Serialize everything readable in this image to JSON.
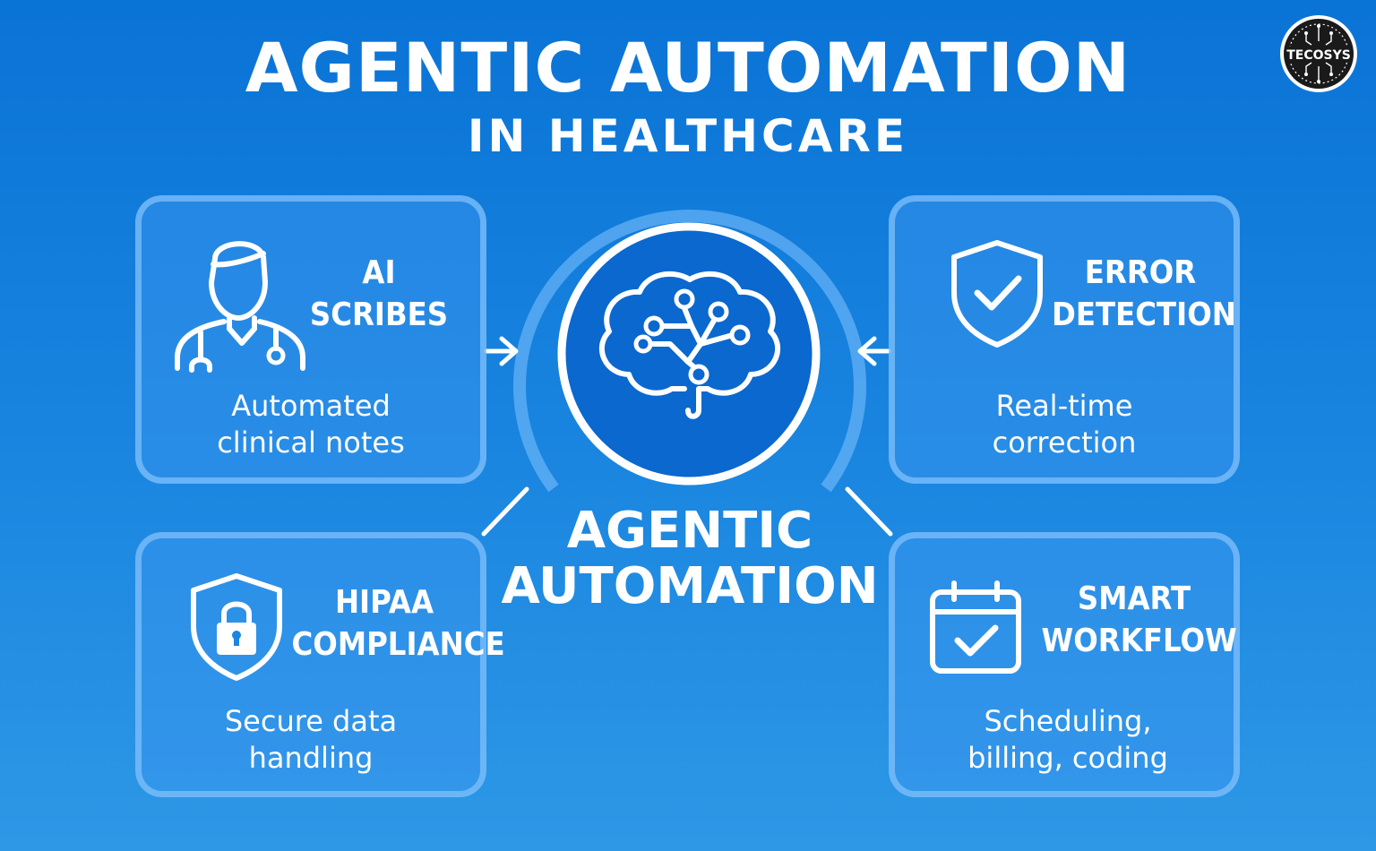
{
  "header": {
    "title": "AGENTIC AUTOMATION",
    "subtitle": "IN HEALTHCARE"
  },
  "logo": {
    "text": "TECOSYS"
  },
  "hub": {
    "icon": "brain-circuit-icon",
    "label_line1": "AGENTIC",
    "label_line2": "AUTOMATION"
  },
  "cards": {
    "ai_scribes": {
      "icon": "doctor-icon",
      "title_line1": "AI",
      "title_line2": "SCRIBES",
      "desc_line1": "Automated",
      "desc_line2": "clinical notes"
    },
    "error_detection": {
      "icon": "shield-check-icon",
      "title_line1": "ERROR",
      "title_line2": "DETECTION",
      "desc_line1": "Real-time",
      "desc_line2": "correction"
    },
    "hipaa": {
      "icon": "shield-lock-icon",
      "title_line1": "HIPAA",
      "title_line2": "COMPLIANCE",
      "desc_line1": "Secure data",
      "desc_line2": "handling"
    },
    "smart_workflow": {
      "icon": "calendar-check-icon",
      "title_line1": "SMART",
      "title_line2": "WORKFLOW",
      "desc_line1": "Scheduling,",
      "desc_line2": "billing, coding"
    }
  },
  "colors": {
    "background_top": "#0a73d6",
    "background_bottom": "#2e98e6",
    "card_border": "#8cc8ff",
    "hub_fill": "#0b6ad0",
    "text": "#ffffff"
  }
}
